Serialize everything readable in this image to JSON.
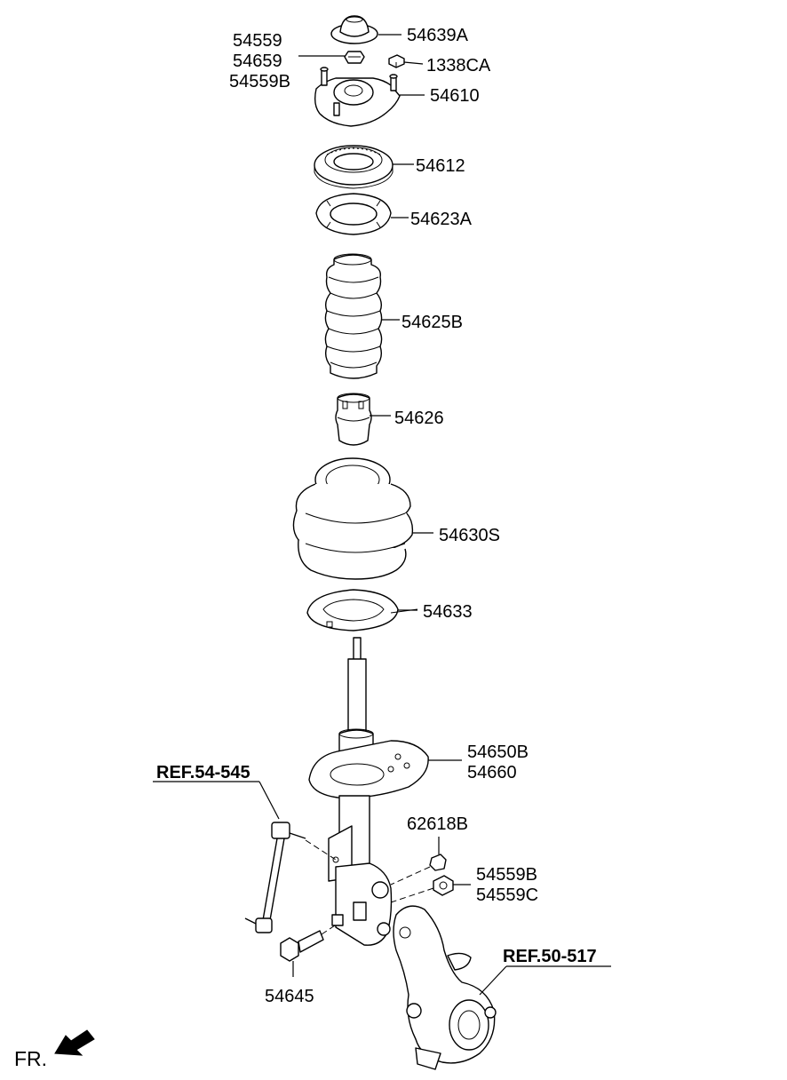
{
  "callouts": {
    "p54639A": "54639A",
    "p54559": "54559",
    "p54659": "54659",
    "p54559B_top": "54559B",
    "p1338CA": "1338CA",
    "p54610": "54610",
    "p54612": "54612",
    "p54623A": "54623A",
    "p54625B": "54625B",
    "p54626": "54626",
    "p54630S": "54630S",
    "p54633": "54633",
    "p54650B": "54650B",
    "p54660": "54660",
    "p62618B": "62618B",
    "p54559B_bottom": "54559B",
    "p54559C": "54559C",
    "p54645": "54645"
  },
  "references": {
    "ref_stabilizer": "REF.54-545",
    "ref_knuckle": "REF.50-517"
  },
  "direction": {
    "label": "FR."
  },
  "icons": {
    "front_arrow": "arrow-down-left-icon"
  }
}
